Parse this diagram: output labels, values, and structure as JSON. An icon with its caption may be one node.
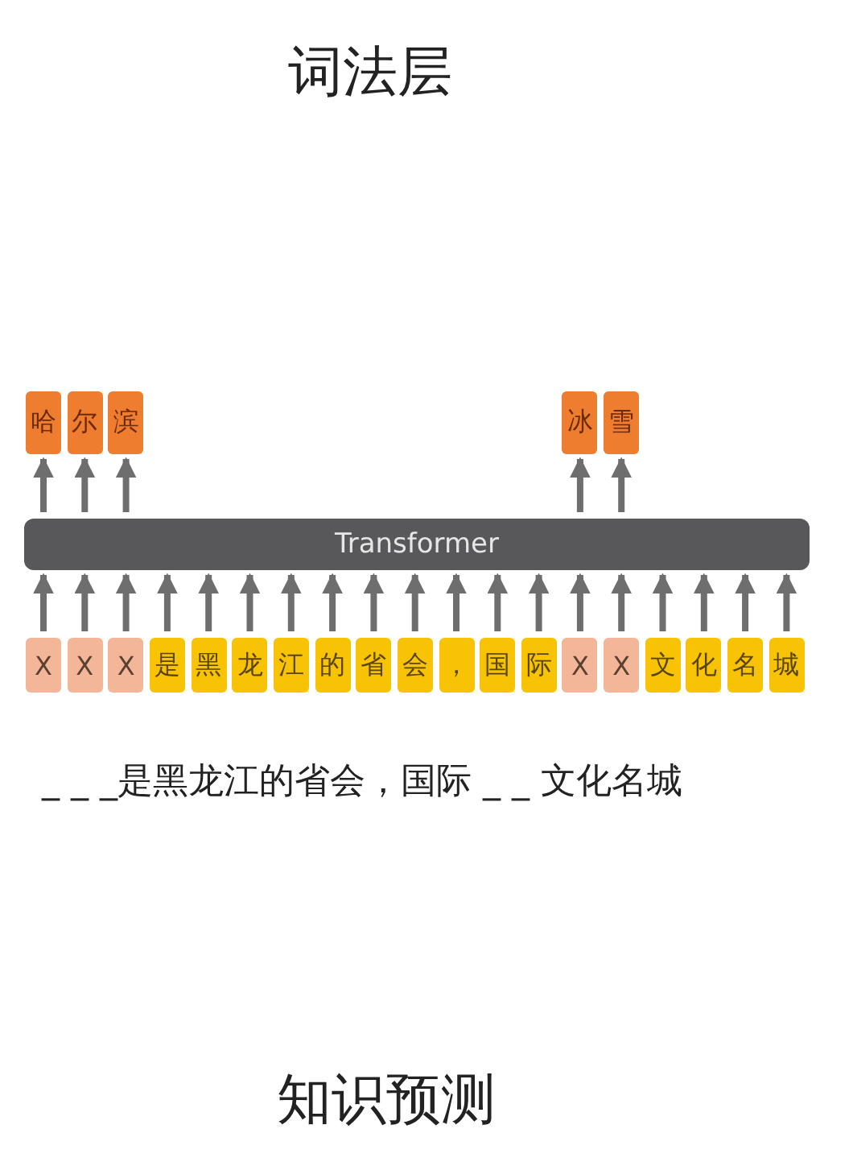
{
  "diagram": {
    "title": "词法层",
    "caption": "知识预测",
    "nodes": [
      {
        "text": [
          "X"
        ]
      },
      {
        "text": [
          "X"
        ]
      },
      {
        "text": [
          "X"
        ]
      },
      {
        "text": [
          "是"
        ]
      },
      {
        "text": [
          "黑"
        ]
      },
      {
        "text": [
          "龙"
        ]
      },
      {
        "text": [
          "江"
        ]
      },
      {
        "text": [
          "的"
        ]
      },
      {
        "text": [
          "省"
        ]
      },
      {
        "text": [
          "会"
        ]
      },
      {
        "text": [
          "，"
        ]
      },
      {
        "text": [
          "国"
        ]
      },
      {
        "text": [
          "际"
        ]
      },
      {
        "text": [
          "X"
        ]
      },
      {
        "text": [
          "X"
        ]
      },
      {
        "text": [
          "文"
        ]
      },
      {
        "text": [
          "化"
        ]
      },
      {
        "text": [
          "名"
        ]
      },
      {
        "text": [
          "城"
        ]
      },
      {
        "text": [
          "Transformer"
        ]
      },
      {
        "text": [
          "哈"
        ]
      },
      {
        "text": [
          "尔"
        ]
      },
      {
        "text": [
          "滨"
        ]
      },
      {
        "text": [
          "冰"
        ]
      },
      {
        "text": [
          "雪"
        ]
      }
    ],
    "edges": [
      {
        "from": 0,
        "to": 19,
        "arrow": "to"
      },
      {
        "from": 1,
        "to": 19,
        "arrow": "to"
      },
      {
        "from": 2,
        "to": 19,
        "arrow": "to"
      },
      {
        "from": 3,
        "to": 19,
        "arrow": "to"
      },
      {
        "from": 4,
        "to": 19,
        "arrow": "to"
      },
      {
        "from": 5,
        "to": 19,
        "arrow": "to"
      },
      {
        "from": 6,
        "to": 19,
        "arrow": "to"
      },
      {
        "from": 7,
        "to": 19,
        "arrow": "to"
      },
      {
        "from": 8,
        "to": 19,
        "arrow": "to"
      },
      {
        "from": 9,
        "to": 19,
        "arrow": "to"
      },
      {
        "from": 10,
        "to": 19,
        "arrow": "to"
      },
      {
        "from": 11,
        "to": 19,
        "arrow": "to"
      },
      {
        "from": 12,
        "to": 19,
        "arrow": "to"
      },
      {
        "from": 13,
        "to": 19,
        "arrow": "to"
      },
      {
        "from": 14,
        "to": 19,
        "arrow": "to"
      },
      {
        "from": 15,
        "to": 19,
        "arrow": "to"
      },
      {
        "from": 16,
        "to": 19,
        "arrow": "to"
      },
      {
        "from": 17,
        "to": 19,
        "arrow": "to"
      },
      {
        "from": 18,
        "to": 19,
        "arrow": "to"
      },
      {
        "from": 19,
        "to": 20,
        "arrow": "to"
      },
      {
        "from": 19,
        "to": 21,
        "arrow": "to"
      },
      {
        "from": 19,
        "to": 22,
        "arrow": "to"
      },
      {
        "from": 19,
        "to": 23,
        "arrow": "to"
      },
      {
        "from": 19,
        "to": 24,
        "arrow": "to"
      }
    ],
    "labels": [
      "_ _ _是黑龙江的省会，国际 _ _ 文化名城"
    ]
  }
}
